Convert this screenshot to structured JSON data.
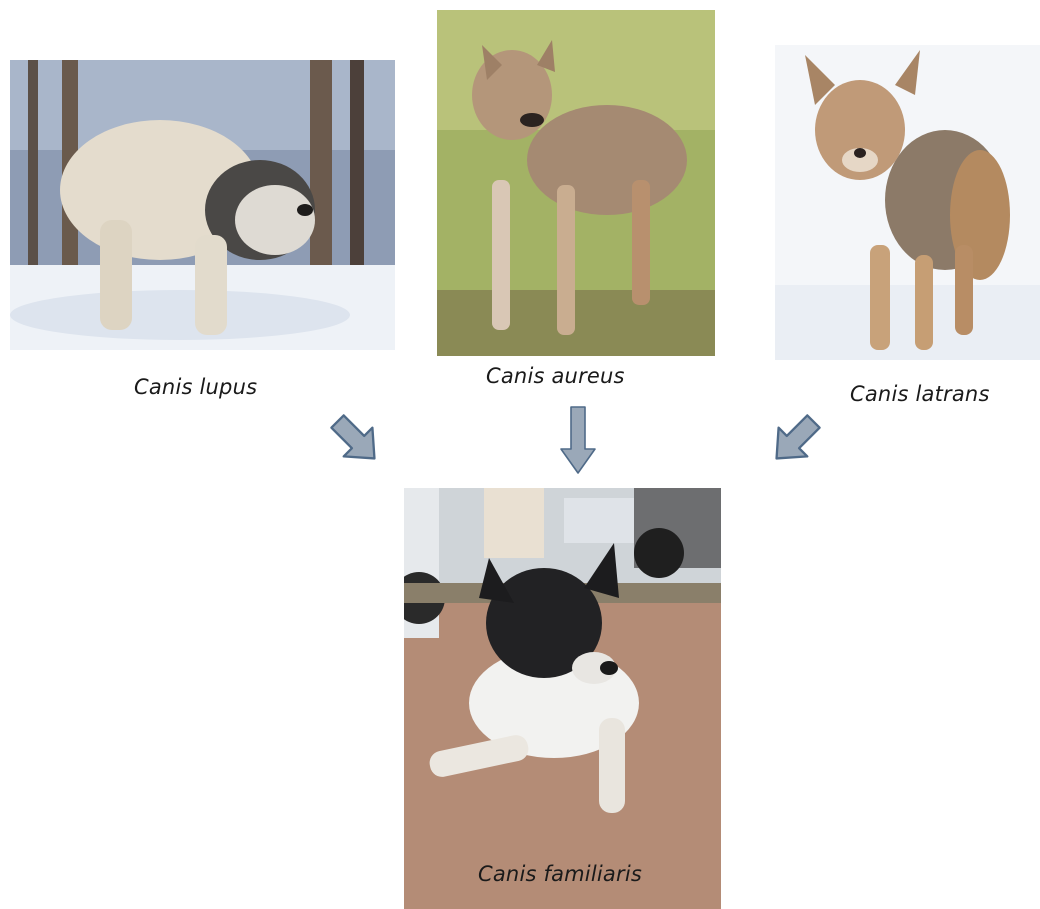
{
  "species": {
    "wolf": {
      "caption": "Canis lupus"
    },
    "jackal": {
      "caption": "Canis aureus"
    },
    "coyote": {
      "caption": "Canis latrans"
    },
    "dog": {
      "caption": "Canis familiaris"
    }
  },
  "colors": {
    "arrow_fill": "#9aa8b8",
    "arrow_stroke": "#4f6a88"
  }
}
